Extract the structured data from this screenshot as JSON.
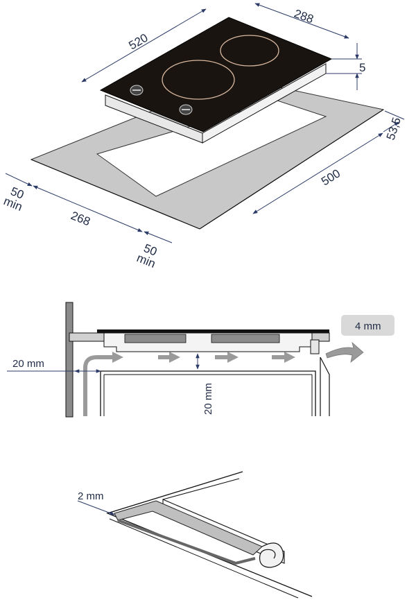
{
  "top_view": {
    "dim_length": "520",
    "dim_width": "288",
    "dim_thickness": "5",
    "dim_cutout_depth": "53,5",
    "dim_cutout_length": "500",
    "dim_cutout_width": "268",
    "dim_margin_left": "50",
    "dim_margin_left_unit": "min",
    "dim_margin_front": "50",
    "dim_margin_front_unit": "min"
  },
  "section_view": {
    "badge_label": "4 mm",
    "gap_horizontal": "20 mm",
    "gap_vertical": "20 mm"
  },
  "seal_view": {
    "seal_thickness": "2 mm"
  },
  "colors": {
    "glass": "#1a1410",
    "frame": "#c8c8c8",
    "arrow": "#9a9a9a",
    "badge": "#d9d9d9",
    "dimension": "#2b3a67"
  }
}
